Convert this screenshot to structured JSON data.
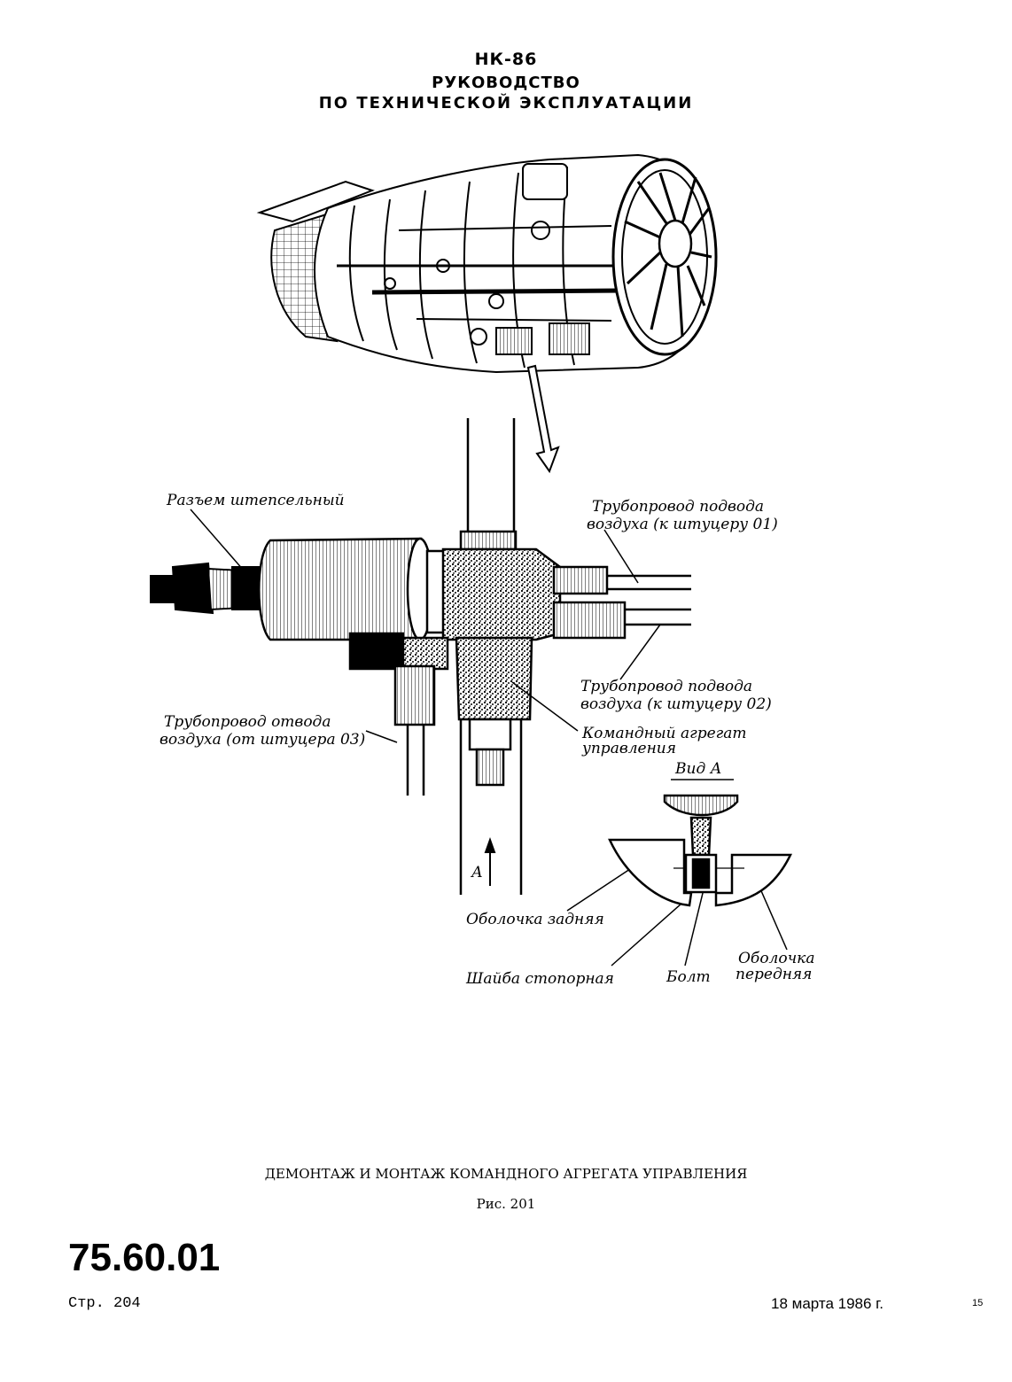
{
  "header": {
    "model": "НК-86",
    "line1": "РУКОВОДСТВО",
    "line2": "ПО ТЕХНИЧЕСКОЙ ЭКСПЛУАТАЦИИ"
  },
  "labels": {
    "connector": "Разъем штепсельный",
    "supply01_l1": "Трубопровод подвода",
    "supply01_l2": "воздуха (к штуцеру 01)",
    "supply02_l1": "Трубопровод подвода",
    "supply02_l2": "воздуха (к штуцеру 02)",
    "exhaust03_l1": "Трубопровод отвода",
    "exhaust03_l2": "воздуха (от штуцера 03)",
    "unit_l1": "Командный агрегат",
    "unit_l2": "управления",
    "view_a": "Вид А",
    "arrow_a": "А",
    "rear_shell": "Оболочка задняя",
    "lock_washer": "Шайба стопорная",
    "bolt": "Болт",
    "front_shell_l1": "Оболочка",
    "front_shell_l2": "передняя"
  },
  "caption": {
    "title": "ДЕМОНТАЖ И МОНТАЖ КОМАНДНОГО АГРЕГАТА УПРАВЛЕНИЯ",
    "figure": "Рис. 201"
  },
  "footer": {
    "doc_number": "75.60.01",
    "page": "Стр. 204",
    "date": "18 марта 1986 г.",
    "sheet": "15"
  }
}
